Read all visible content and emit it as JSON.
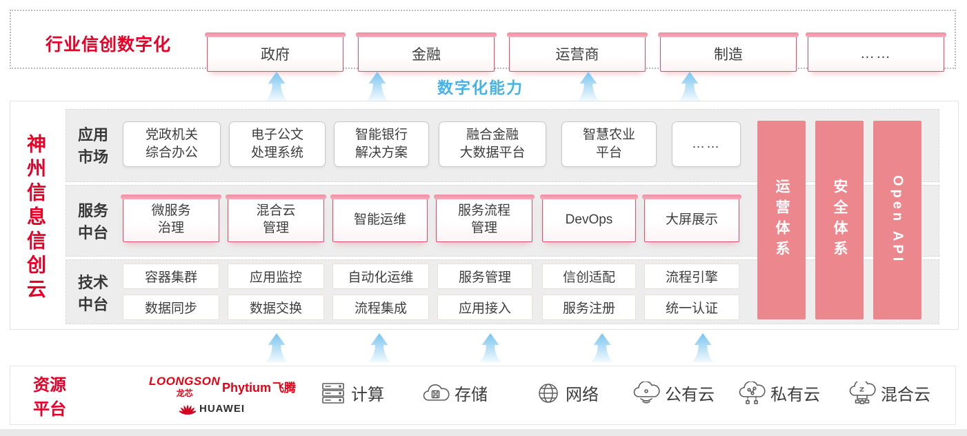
{
  "colors": {
    "accent_red": "#e60027",
    "pillar_pink": "#ec878d",
    "capability_blue": "#45b2e8",
    "box_border_red": "#e14d67"
  },
  "top_banner": {
    "label": "行业信创数字化",
    "industries": [
      "政府",
      "金融",
      "运营商",
      "制造",
      "……"
    ]
  },
  "capability": {
    "label": "数字化能力"
  },
  "platform": {
    "title": "神州信息信创云",
    "app_market": {
      "label": "应用\n市场",
      "items": [
        "党政机关\n综合办公",
        "电子公文\n处理系统",
        "智能银行\n解决方案",
        "融合金融\n大数据平台",
        "智慧农业\n平台",
        "……"
      ]
    },
    "service_middle": {
      "label": "服务\n中台",
      "items": [
        "微服务\n治理",
        "混合云\n管理",
        "智能运维",
        "服务流程\n管理",
        "DevOps",
        "大屏展示"
      ]
    },
    "tech_middle": {
      "label": "技术\n中台",
      "row1": [
        "容器集群",
        "应用监控",
        "自动化运维",
        "服务管理",
        "信创适配",
        "流程引擎"
      ],
      "row2": [
        "数据同步",
        "数据交换",
        "流程集成",
        "应用接入",
        "服务注册",
        "统一认证"
      ]
    },
    "pillars": [
      "运营体系",
      "安全体系",
      "Open API"
    ]
  },
  "resources": {
    "label": "资源\n平台",
    "vendors": {
      "loongson": "LOONGSON",
      "loongson_cn": "龙芯",
      "phytium": "Phytium",
      "phytium_cn": "飞腾",
      "huawei": "HUAWEI"
    },
    "items": [
      {
        "icon": "compute-icon",
        "label": "计算"
      },
      {
        "icon": "storage-icon",
        "label": "存储"
      },
      {
        "icon": "network-icon",
        "label": "网络"
      },
      {
        "icon": "public-cloud-icon",
        "label": "公有云"
      },
      {
        "icon": "private-cloud-icon",
        "label": "私有云"
      },
      {
        "icon": "hybrid-cloud-icon",
        "label": "混合云"
      }
    ]
  }
}
